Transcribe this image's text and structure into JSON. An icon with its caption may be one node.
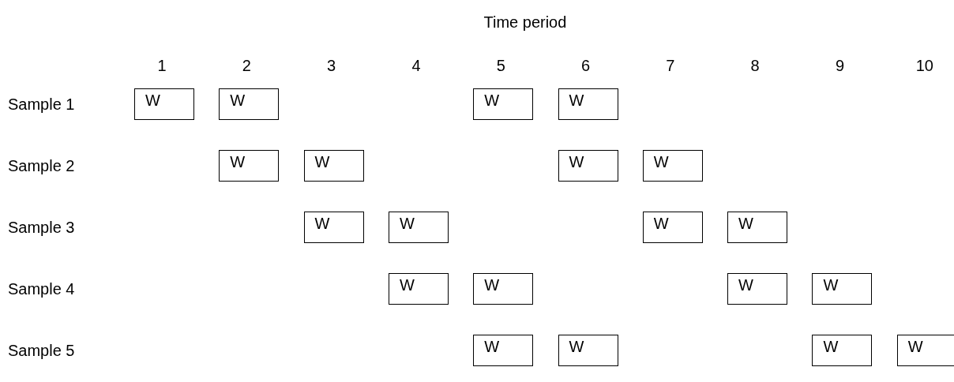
{
  "diagram": {
    "title": "Time period",
    "nodes": [
      {
        "text": [
          "W"
        ]
      },
      {
        "text": [
          "W"
        ]
      },
      {
        "text": [
          "W"
        ]
      },
      {
        "text": [
          "W"
        ]
      },
      {
        "text": [
          "W"
        ]
      },
      {
        "text": [
          "W"
        ]
      },
      {
        "text": [
          "W"
        ]
      },
      {
        "text": [
          "W"
        ]
      },
      {
        "text": [
          "W"
        ]
      },
      {
        "text": [
          "W"
        ]
      },
      {
        "text": [
          "W"
        ]
      },
      {
        "text": [
          "W"
        ]
      },
      {
        "text": [
          "W"
        ]
      },
      {
        "text": [
          "W"
        ]
      },
      {
        "text": [
          "W"
        ]
      },
      {
        "text": [
          "W"
        ]
      },
      {
        "text": [
          "W"
        ]
      },
      {
        "text": [
          "W"
        ]
      },
      {
        "text": [
          "W"
        ]
      },
      {
        "text": [
          "W"
        ]
      }
    ],
    "edges": [],
    "labels": [
      "1",
      "2",
      "3",
      "4",
      "5",
      "6",
      "7",
      "8",
      "9",
      "10",
      "Sample 1",
      "Sample 2",
      "Sample 3",
      "Sample 4",
      "Sample 5"
    ]
  }
}
